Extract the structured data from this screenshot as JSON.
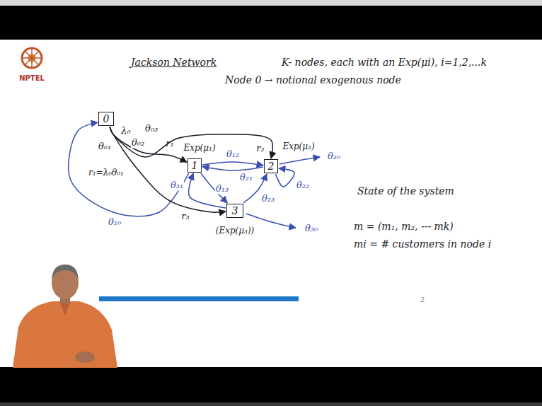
{
  "diagram": {
    "title": "Jackson Network",
    "nodes": [
      {
        "text": [
          "0"
        ]
      },
      {
        "text": [
          "1"
        ]
      },
      {
        "text": [
          "2"
        ]
      },
      {
        "text": [
          "3"
        ]
      }
    ],
    "edges": [
      {
        "from": 0,
        "to": 1,
        "label": "θ₀₁",
        "arrow": "to"
      },
      {
        "from": 0,
        "to": 2,
        "label": "θ₀₂",
        "arrow": "to"
      },
      {
        "from": 0,
        "to": 3,
        "label": "θ₀₃",
        "arrow": "to"
      },
      {
        "from": 1,
        "to": 2,
        "label": "θ₁₂",
        "arrow": "to"
      },
      {
        "from": 2,
        "to": 1,
        "label": "θ₂₁",
        "arrow": "to"
      },
      {
        "from": 1,
        "to": 3,
        "label": "θ₁₃",
        "arrow": "to"
      },
      {
        "from": 3,
        "to": 2,
        "label": "θ₂₃",
        "arrow": "to"
      },
      {
        "from": 3,
        "to": 1,
        "label": "θ₃₁",
        "arrow": "to"
      },
      {
        "from": 2,
        "to": 2,
        "label": "θ₂₂",
        "arrow": "to"
      },
      {
        "from": 1,
        "to": 0,
        "label": "θ₁₀",
        "arrow": "to"
      }
    ],
    "labels": [
      "NPTEL",
      "K- nodes, each with an Exp(μi), i=1,2,...k",
      "Node 0 → notional exogenous node",
      "State of the system",
      "m = (m₁, m₂, --- mk)",
      "mi = # customers in node i",
      "Exp(μ₁)",
      "Exp(μ₂)",
      "(Exp(μ₃))",
      "θ₂₀",
      "θ₃₀",
      "λ₀",
      "r₁",
      "r₂",
      "r₃",
      "r₁=λ₀θ₀₁",
      "2"
    ]
  }
}
